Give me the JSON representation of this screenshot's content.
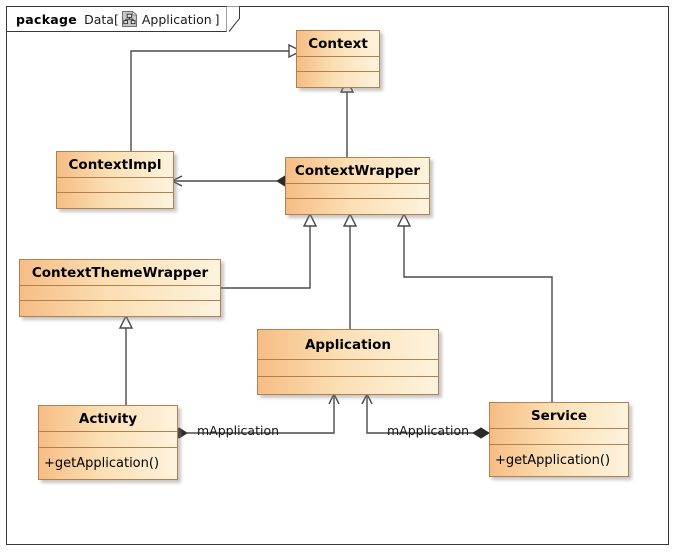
{
  "package": {
    "keyword": "package",
    "name": "Data",
    "bracket_open": "[",
    "bracket_close": "]",
    "diagram_name": "Application",
    "icon": "hierarchy-document-icon"
  },
  "classes": [
    {
      "id": "context",
      "name": "Context",
      "attributes": [],
      "operations": []
    },
    {
      "id": "context-impl",
      "name": "ContextImpl",
      "attributes": [],
      "operations": []
    },
    {
      "id": "context-wrapper",
      "name": "ContextWrapper",
      "attributes": [],
      "operations": []
    },
    {
      "id": "context-theme-wrapper",
      "name": "ContextThemeWrapper",
      "attributes": [],
      "operations": []
    },
    {
      "id": "application",
      "name": "Application",
      "attributes": [],
      "operations": []
    },
    {
      "id": "activity",
      "name": "Activity",
      "attributes": [],
      "operations": [
        "+getApplication()"
      ]
    },
    {
      "id": "service",
      "name": "Service",
      "attributes": [],
      "operations": [
        "+getApplication()"
      ]
    }
  ],
  "relations": [
    {
      "id": "context-impl-to-context",
      "from": "ContextImpl",
      "to": "Context",
      "type": "generalization",
      "label": ""
    },
    {
      "id": "context-wrapper-to-context",
      "from": "ContextWrapper",
      "to": "Context",
      "type": "generalization",
      "label": ""
    },
    {
      "id": "context-wrapper-to-context-impl",
      "from": "ContextWrapper",
      "to": "ContextImpl",
      "type": "composition",
      "label": ""
    },
    {
      "id": "context-theme-wrapper-to-context-wrapper",
      "from": "ContextThemeWrapper",
      "to": "ContextWrapper",
      "type": "generalization",
      "label": ""
    },
    {
      "id": "application-to-context-wrapper",
      "from": "Application",
      "to": "ContextWrapper",
      "type": "generalization",
      "label": ""
    },
    {
      "id": "service-to-context-wrapper",
      "from": "Service",
      "to": "ContextWrapper",
      "type": "generalization",
      "label": ""
    },
    {
      "id": "activity-to-context-theme-wrapper",
      "from": "Activity",
      "to": "ContextThemeWrapper",
      "type": "generalization",
      "label": ""
    },
    {
      "id": "activity-to-application",
      "from": "Activity",
      "to": "Application",
      "type": "composition",
      "label": "mApplication"
    },
    {
      "id": "service-to-application",
      "from": "Service",
      "to": "Application",
      "type": "composition",
      "label": "mApplication"
    }
  ],
  "labels": {
    "activity_application": "mApplication",
    "service_application": "mApplication"
  },
  "colors": {
    "class_fill_start": "#f6bd84",
    "class_fill_end": "#fdf3dd",
    "class_border": "#b08050",
    "line": "#4a4a4a",
    "frame_border": "#383838",
    "background": "#ffffff"
  }
}
